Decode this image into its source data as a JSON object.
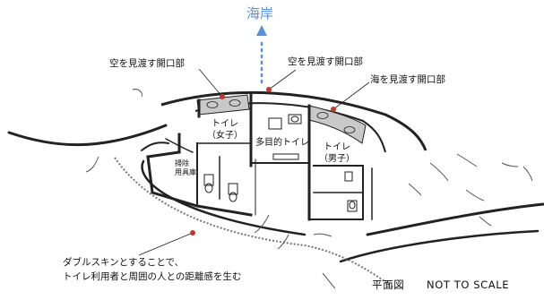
{
  "direction": {
    "label": "海岸",
    "color": "#5b8fd6"
  },
  "openings": {
    "left": "空を見渡す開口部",
    "center": "空を見渡す開口部",
    "right": "海を見渡す開口部"
  },
  "rooms": {
    "women_toilet": "トイレ\n（女子）",
    "multipurpose_toilet": "多目的トイレ",
    "men_toilet": "トイレ\n（男子）",
    "cleaning_storage": "掃除\n用具庫"
  },
  "note": {
    "line1": "ダブルスキンとすることで、",
    "line2": "トイレ利用者と周囲の人との距離感を生む"
  },
  "title": {
    "plan": "平面図",
    "scale": "NOT TO SCALE"
  },
  "colors": {
    "leader_dot": "#c0392b",
    "opening_glass": "#c9c9c9",
    "wall": "#222222"
  }
}
